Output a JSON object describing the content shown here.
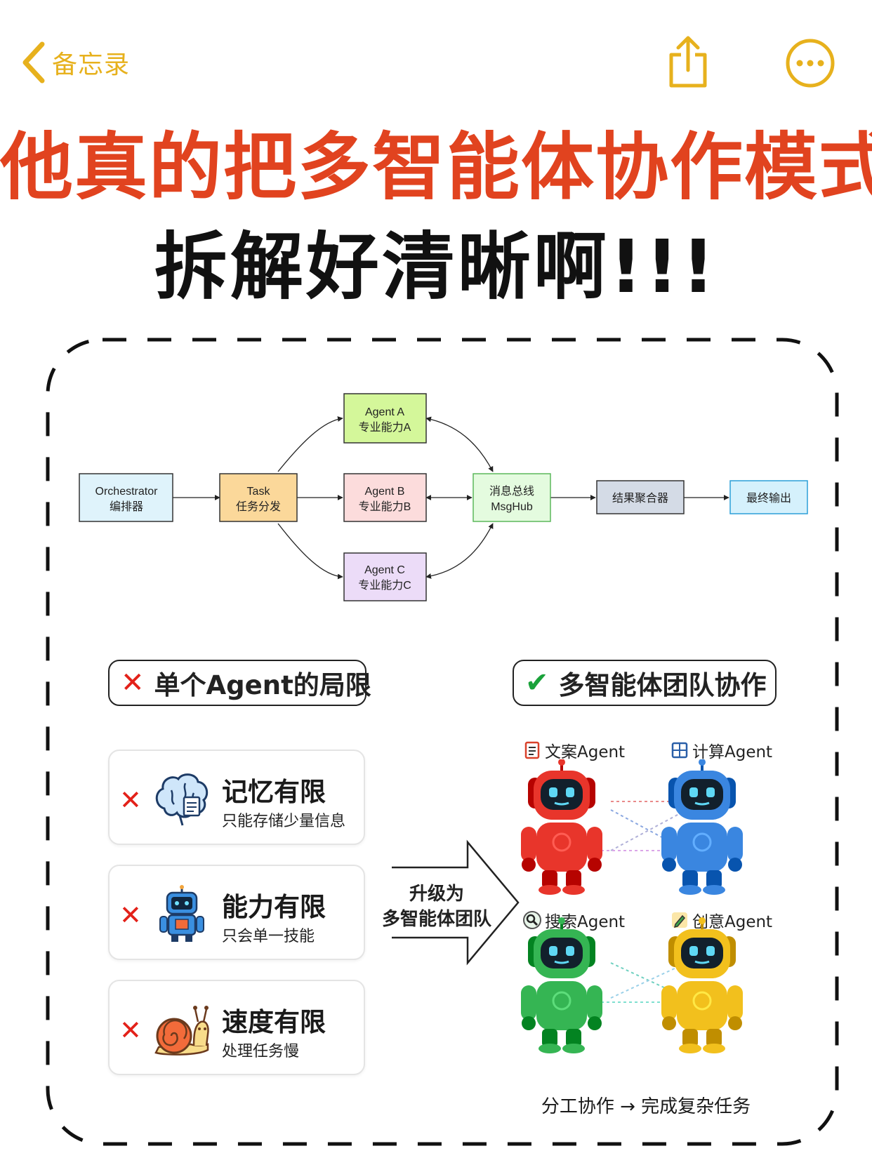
{
  "nav": {
    "back_label": "备忘录",
    "accent": "#e7b11d"
  },
  "headline": {
    "line1": "他真的把多智能体协作模式",
    "line2": "拆解好清晰啊!!!",
    "line1_color": "#e1431f",
    "line2_color": "#111111"
  },
  "flow": {
    "orchestrator": {
      "line1": "Orchestrator",
      "line2": "编排器",
      "color": "#dff3fb"
    },
    "task": {
      "line1": "Task",
      "line2": "任务分发",
      "color": "#fbd89a"
    },
    "agent_a": {
      "line1": "Agent A",
      "line2": "专业能力A",
      "color": "#d4f79a"
    },
    "agent_b": {
      "line1": "Agent B",
      "line2": "专业能力B",
      "color": "#fcdcdc"
    },
    "agent_c": {
      "line1": "Agent C",
      "line2": "专业能力C",
      "color": "#ecdcf8"
    },
    "msghub": {
      "line1": "消息总线",
      "line2": "MsgHub",
      "color": "#e4fbdf"
    },
    "aggregator": {
      "line1": "结果聚合器",
      "color": "#d4dbe6"
    },
    "output": {
      "line1": "最终输出",
      "color": "#d5f1fc"
    }
  },
  "sections": {
    "left_title": "单个Agent的局限",
    "right_title": "多智能体团队协作"
  },
  "limits": [
    {
      "title": "记忆有限",
      "sub": "只能存储少量信息",
      "icon": "brain-icon"
    },
    {
      "title": "能力有限",
      "sub": "只会单一技能",
      "icon": "robot-icon"
    },
    {
      "title": "速度有限",
      "sub": "处理任务慢",
      "icon": "snail-icon"
    }
  ],
  "upgrade": {
    "line1": "升级为",
    "line2": "多智能体团队"
  },
  "team": [
    {
      "label": "文案Agent",
      "icon": "document-icon",
      "color": "#e8352b"
    },
    {
      "label": "计算Agent",
      "icon": "grid-icon",
      "color": "#3a86e0"
    },
    {
      "label": "搜索Agent",
      "icon": "magnifier-icon",
      "color": "#35b553"
    },
    {
      "label": "创意Agent",
      "icon": "pencil-icon",
      "color": "#f2c01d"
    }
  ],
  "caption": "分工协作 → 完成复杂任务"
}
